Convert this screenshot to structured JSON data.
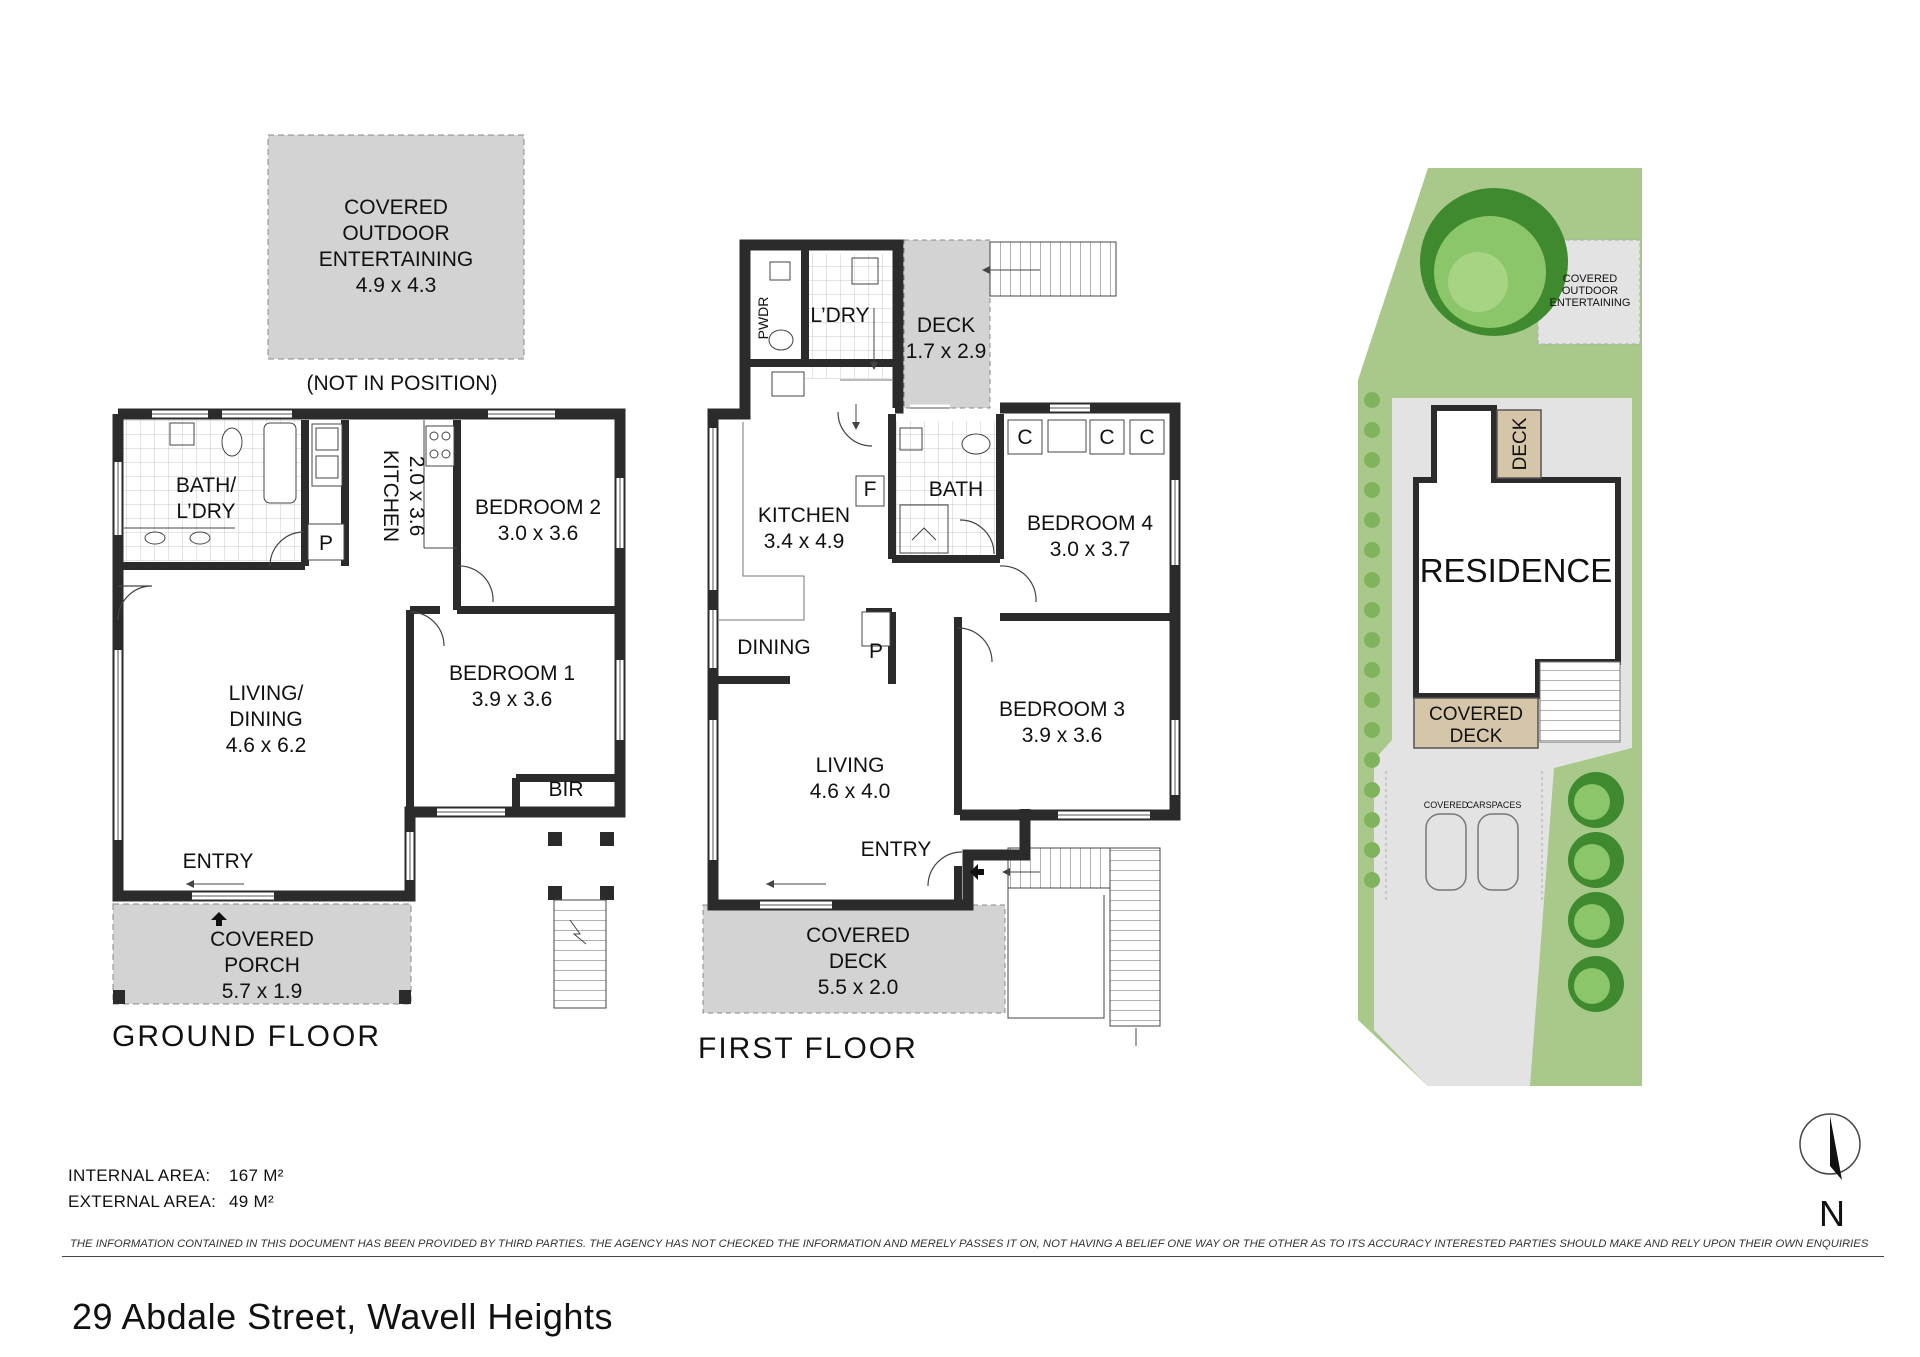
{
  "ground_floor": {
    "title": "GROUND FLOOR",
    "covered_outdoor": [
      "COVERED",
      "OUTDOOR",
      "ENTERTAINING",
      "4.9 x 4.3"
    ],
    "not_in_position": "(NOT IN POSITION)",
    "bath": [
      "BATH/",
      "L’DRY"
    ],
    "kitchen": [
      "KITCHEN",
      "2.0 x 3.6"
    ],
    "pantry": "P",
    "bedroom2": [
      "BEDROOM 2",
      "3.0 x 3.6"
    ],
    "living": [
      "LIVING/",
      "DINING",
      "4.6 x 6.2"
    ],
    "bedroom1": [
      "BEDROOM 1",
      "3.9 x 3.6"
    ],
    "bir": "BIR",
    "entry": "ENTRY",
    "porch": [
      "COVERED",
      "PORCH",
      "5.7 x 1.9"
    ]
  },
  "first_floor": {
    "title": "FIRST FLOOR",
    "pwdr": "PWDR",
    "laundry": "L’DRY",
    "deck": [
      "DECK",
      "1.7 x 2.9"
    ],
    "kitchen": [
      "KITCHEN",
      "3.4 x 4.9"
    ],
    "fridge": "F",
    "bath": "BATH",
    "cupboard": "C",
    "bedroom4": [
      "BEDROOM 4",
      "3.0 x 3.7"
    ],
    "dining": "DINING",
    "pantry": "P",
    "living": [
      "LIVING",
      "4.6 x 4.0"
    ],
    "bedroom3": [
      "BEDROOM 3",
      "3.9 x 3.6"
    ],
    "entry": "ENTRY",
    "covered_deck": [
      "COVERED",
      "DECK",
      "5.5 x 2.0"
    ]
  },
  "site_plan": {
    "covered_outdoor": [
      "COVERED",
      "OUTDOOR",
      "ENTERTAINING"
    ],
    "deck": "DECK",
    "residence": "RESIDENCE",
    "covered_deck": [
      "COVERED",
      "DECK"
    ],
    "carspaces": [
      "COVERED",
      "CARSPACES"
    ],
    "north": "N"
  },
  "areas": {
    "internal_label": "INTERNAL AREA:",
    "internal_value": "167 M²",
    "external_label": "EXTERNAL AREA:",
    "external_value": "49 M²"
  },
  "disclaimer": "THE INFORMATION CONTAINED IN THIS DOCUMENT HAS BEEN PROVIDED BY THIRD PARTIES. THE AGENCY HAS NOT CHECKED THE INFORMATION AND MERELY PASSES IT ON, NOT HAVING A BELIEF ONE WAY OR   THE OTHER AS TO ITS ACCURACY  INTERESTED PARTIES SHOULD MAKE AND RELY UPON THEIR OWN ENQUIRIES",
  "address": "29 Abdale Street, Wavell Heights",
  "colors": {
    "wall": "#2b2b2b",
    "outdoor_grey": "#d3d3d3",
    "deck_tan": "#d5c6aa",
    "grass": "#a9c98a",
    "paving": "#e3e3e3",
    "tree_dark": "#3f8a2e",
    "tree_light": "#8cc66a"
  }
}
